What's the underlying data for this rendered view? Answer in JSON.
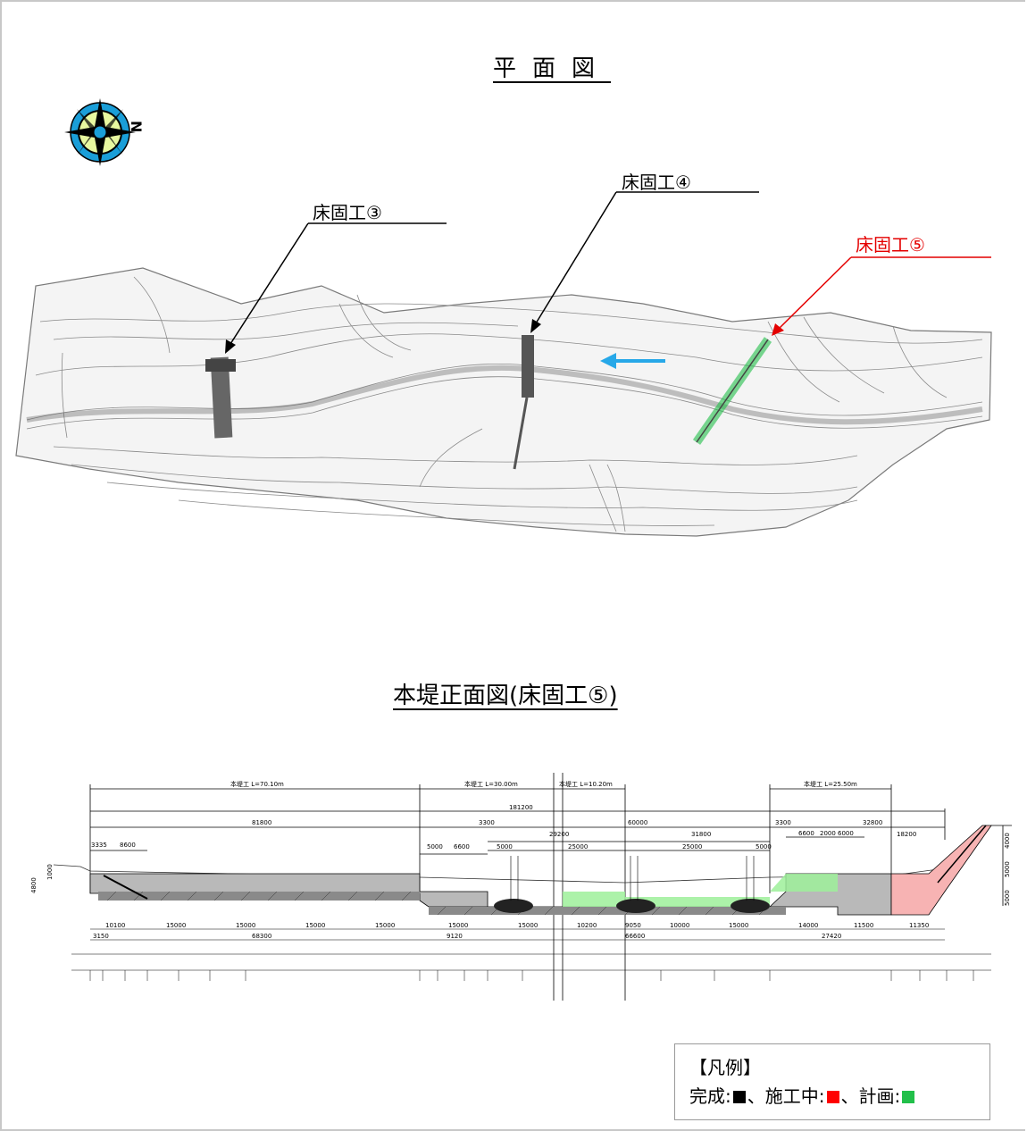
{
  "titles": {
    "plan": "平面図",
    "elevation": "本堤正面図(床固工⑤)"
  },
  "compass": {
    "north_label": "N"
  },
  "callouts": {
    "c3": "床固工③",
    "c4": "床固工④",
    "c5": "床固工⑤"
  },
  "elevation_labels": {
    "seg1": "本堤工 L=70.10m",
    "seg2": "本堤工 L=30.00m",
    "seg3": "本堤工 L=10.20m",
    "seg4": "本堤工 L=25.50m",
    "total": "181200",
    "d81800": "81800",
    "d3300a": "3300",
    "d29200": "29200",
    "d60000": "60000",
    "d31800": "31800",
    "d3300b": "3300",
    "d32800": "32800",
    "d18200": "18200",
    "d3335": "3335",
    "d8600": "8600",
    "d5000a": "5000",
    "d6600": "6600",
    "d5000b": "5000",
    "d25000a": "25000",
    "d25000b": "25000",
    "d5000c": "5000",
    "d6600b": "6600",
    "d2000": "2000",
    "d6000": "6000",
    "b10100": "10100",
    "b15000a": "15000",
    "b15000b": "15000",
    "b15000c": "15000",
    "b15000d": "15000",
    "b15000e": "15000",
    "b15000f": "15000",
    "b10200": "10200",
    "b9050": "9050",
    "b10000": "10000",
    "b15000g": "15000",
    "b14000": "14000",
    "b11500": "11500",
    "b11350": "11350",
    "r3150": "3150",
    "r68300": "68300",
    "r9120": "9120",
    "r66600": "66600",
    "r27420": "27420",
    "v1000": "1000",
    "v4800": "4800",
    "v4000": "4000",
    "v5000a": "5000",
    "v5000b": "5000"
  },
  "legend": {
    "title": "【凡例】",
    "completed": "完成:",
    "under_construction": "、施工中:",
    "planned": "、計画:",
    "colors": {
      "completed": "#000000",
      "under_construction": "#ff0000",
      "planned": "#22c04a"
    }
  }
}
